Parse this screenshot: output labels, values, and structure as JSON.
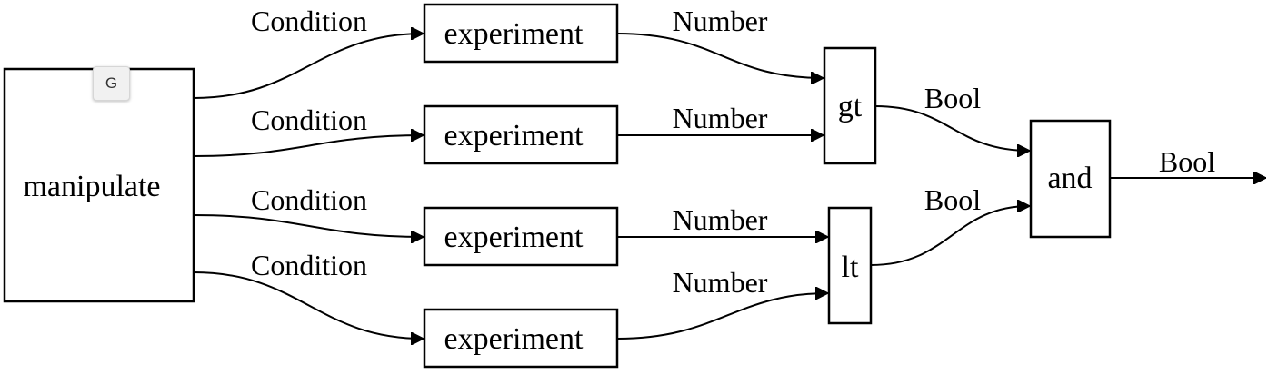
{
  "nodes": {
    "manipulate": "manipulate",
    "experiment_1": "experiment",
    "experiment_2": "experiment",
    "experiment_3": "experiment",
    "experiment_4": "experiment",
    "gt": "gt",
    "lt": "lt",
    "and": "and"
  },
  "edges": {
    "manipulate_to_experiment_1": "Condition",
    "manipulate_to_experiment_2": "Condition",
    "manipulate_to_experiment_3": "Condition",
    "manipulate_to_experiment_4": "Condition",
    "experiment_1_to_gt": "Number",
    "experiment_2_to_gt": "Number",
    "experiment_3_to_lt": "Number",
    "experiment_4_to_lt": "Number",
    "gt_to_and": "Bool",
    "lt_to_and": "Bool",
    "and_output": "Bool"
  },
  "badge": {
    "label": "G"
  }
}
